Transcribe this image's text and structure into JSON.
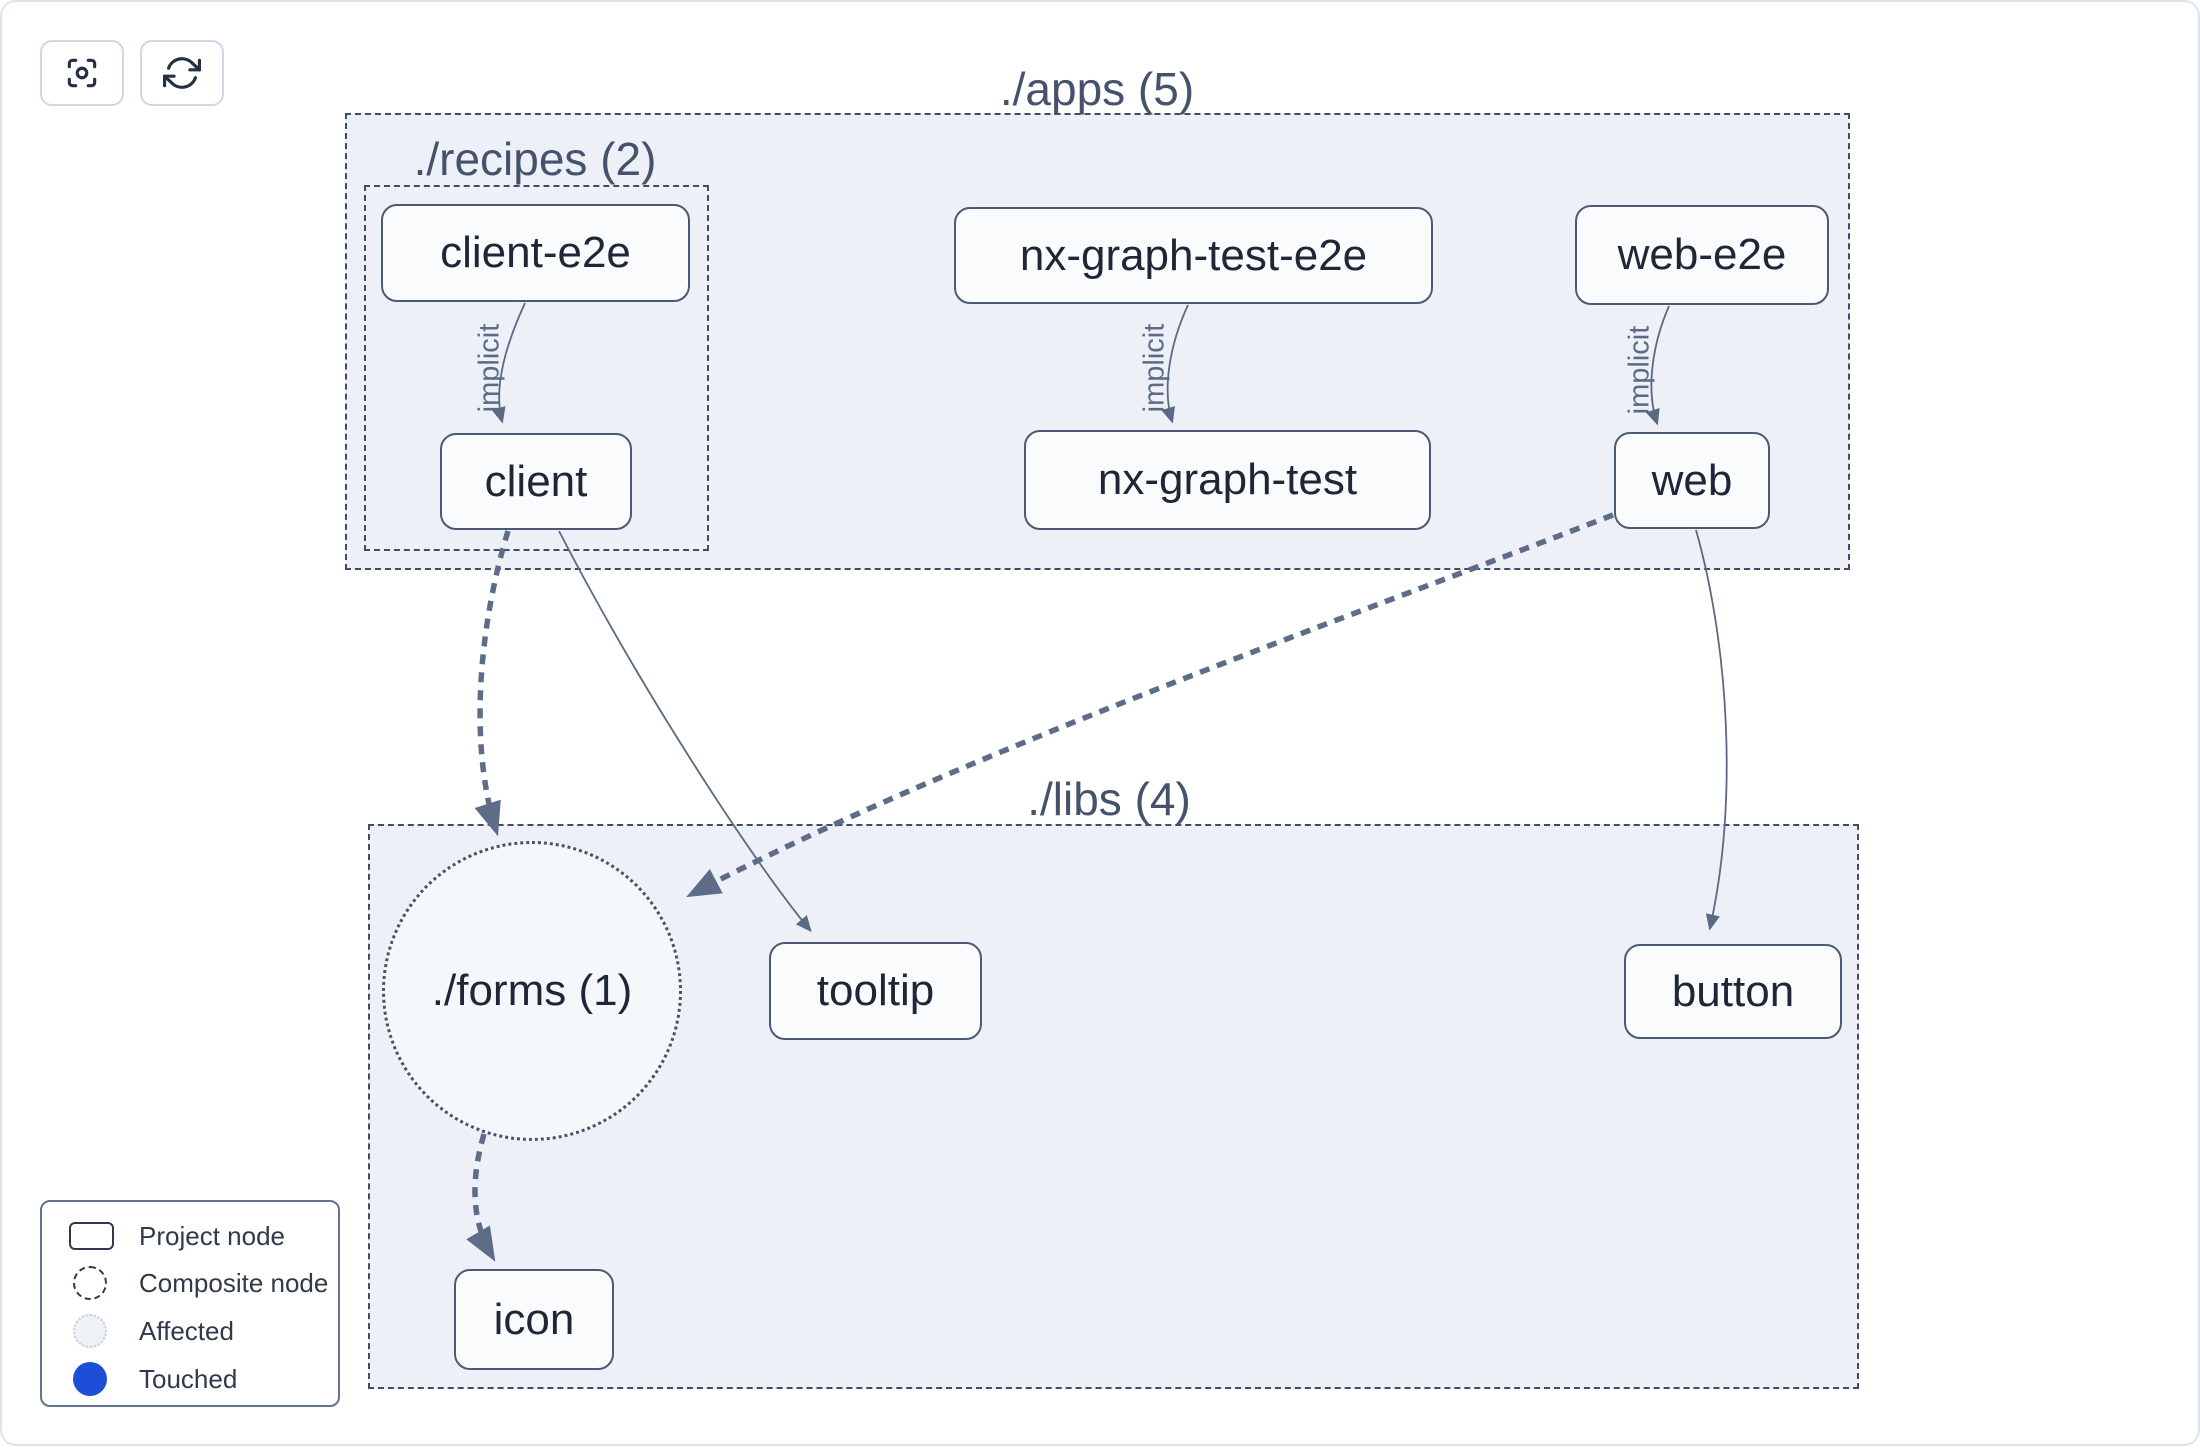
{
  "toolbar": {
    "buttons": [
      {
        "name": "focus",
        "icon": "focus-crosshair-icon"
      },
      {
        "name": "refresh",
        "icon": "refresh-icon"
      }
    ]
  },
  "groups": {
    "apps": {
      "label": "./apps (5)"
    },
    "recipes": {
      "label": "./recipes (2)"
    },
    "libs": {
      "label": "./libs (4)"
    },
    "forms": {
      "label": "./forms (1)"
    }
  },
  "nodes": {
    "client_e2e": {
      "label": "client-e2e"
    },
    "client": {
      "label": "client"
    },
    "nx_graph_test_e2e": {
      "label": "nx-graph-test-e2e"
    },
    "nx_graph_test": {
      "label": "nx-graph-test"
    },
    "web_e2e": {
      "label": "web-e2e"
    },
    "web": {
      "label": "web"
    },
    "tooltip": {
      "label": "tooltip"
    },
    "button": {
      "label": "button"
    },
    "icon": {
      "label": "icon"
    }
  },
  "edges": {
    "implicit_label": "implicit",
    "list": [
      {
        "from": "client-e2e",
        "to": "client",
        "type": "implicit"
      },
      {
        "from": "nx-graph-test-e2e",
        "to": "nx-graph-test",
        "type": "implicit"
      },
      {
        "from": "web-e2e",
        "to": "web",
        "type": "implicit"
      },
      {
        "from": "client",
        "to": "./forms",
        "type": "dynamic-dashed"
      },
      {
        "from": "client",
        "to": "tooltip",
        "type": "static"
      },
      {
        "from": "web",
        "to": "./forms",
        "type": "dynamic-dashed"
      },
      {
        "from": "web",
        "to": "button",
        "type": "static"
      },
      {
        "from": "./forms",
        "to": "icon",
        "type": "dynamic-dashed"
      }
    ]
  },
  "legend": {
    "items": [
      {
        "label": "Project node",
        "swatch": "outlined-rect"
      },
      {
        "label": "Composite node",
        "swatch": "dashed-circle"
      },
      {
        "label": "Affected",
        "swatch": "light-dotted-circle"
      },
      {
        "label": "Touched",
        "swatch": "blue-circle"
      }
    ]
  },
  "colors": {
    "container_fill": "#edf1f7",
    "container_border": "#3f4c63",
    "node_fill": "#fafbfd",
    "node_border": "#4b5a73",
    "node_text": "#1e2737",
    "group_label_text": "#45526b",
    "edge": "#5d6d87",
    "touched_blue": "#1d4ed8",
    "page_border": "#dde3ee"
  }
}
